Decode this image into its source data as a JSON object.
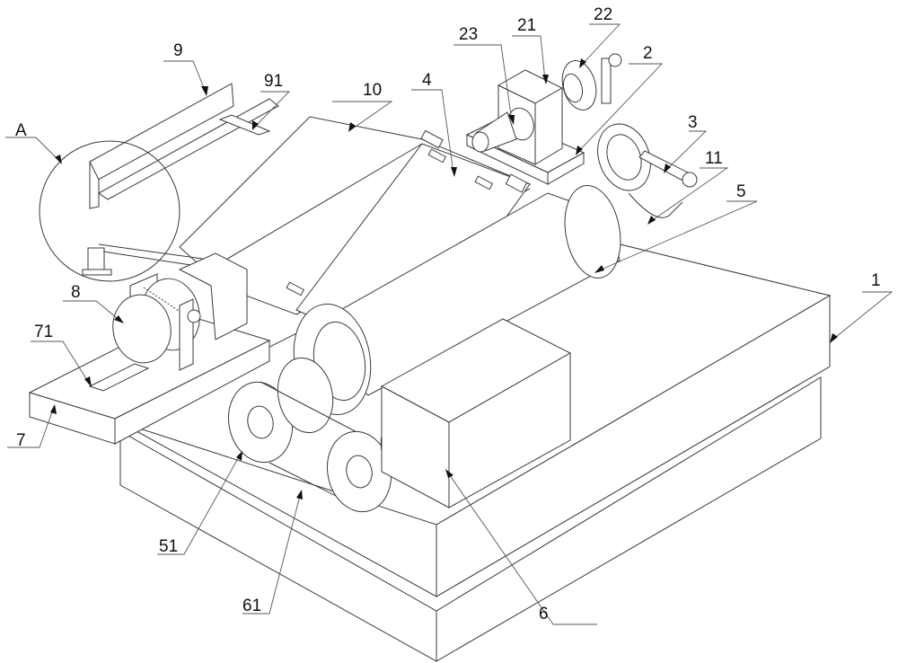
{
  "figure": {
    "type": "patent-isometric-line-drawing",
    "colors": {
      "background": "#ffffff",
      "line": "#3a3a3a",
      "label": "#111111"
    }
  },
  "labels": [
    {
      "id": "A",
      "text": "A",
      "target": "detail-circle-guide-bracket"
    },
    {
      "id": "9",
      "text": "9",
      "target": "guide-rail-frame"
    },
    {
      "id": "91",
      "text": "91",
      "target": "guide-slot"
    },
    {
      "id": "10",
      "text": "10",
      "target": "conveyor-belt-upper"
    },
    {
      "id": "4",
      "text": "4",
      "target": "press-plate"
    },
    {
      "id": "23",
      "text": "23",
      "target": "conical-tip-screw"
    },
    {
      "id": "21",
      "text": "21",
      "target": "screw-block"
    },
    {
      "id": "22",
      "text": "22",
      "target": "hand-wheel"
    },
    {
      "id": "2",
      "text": "2",
      "target": "mounting-plate"
    },
    {
      "id": "3",
      "text": "3",
      "target": "handle-rod"
    },
    {
      "id": "11",
      "text": "11",
      "target": "roller-support"
    },
    {
      "id": "5",
      "text": "5",
      "target": "main-roller"
    },
    {
      "id": "1",
      "text": "1",
      "target": "base-table"
    },
    {
      "id": "8",
      "text": "8",
      "target": "drive-motor"
    },
    {
      "id": "71",
      "text": "71",
      "target": "slide-slot"
    },
    {
      "id": "7",
      "text": "7",
      "target": "motor-platform"
    },
    {
      "id": "51",
      "text": "51",
      "target": "roller-pulley"
    },
    {
      "id": "61",
      "text": "61",
      "target": "drive-belt"
    },
    {
      "id": "6",
      "text": "6",
      "target": "gearbox-housing"
    }
  ]
}
